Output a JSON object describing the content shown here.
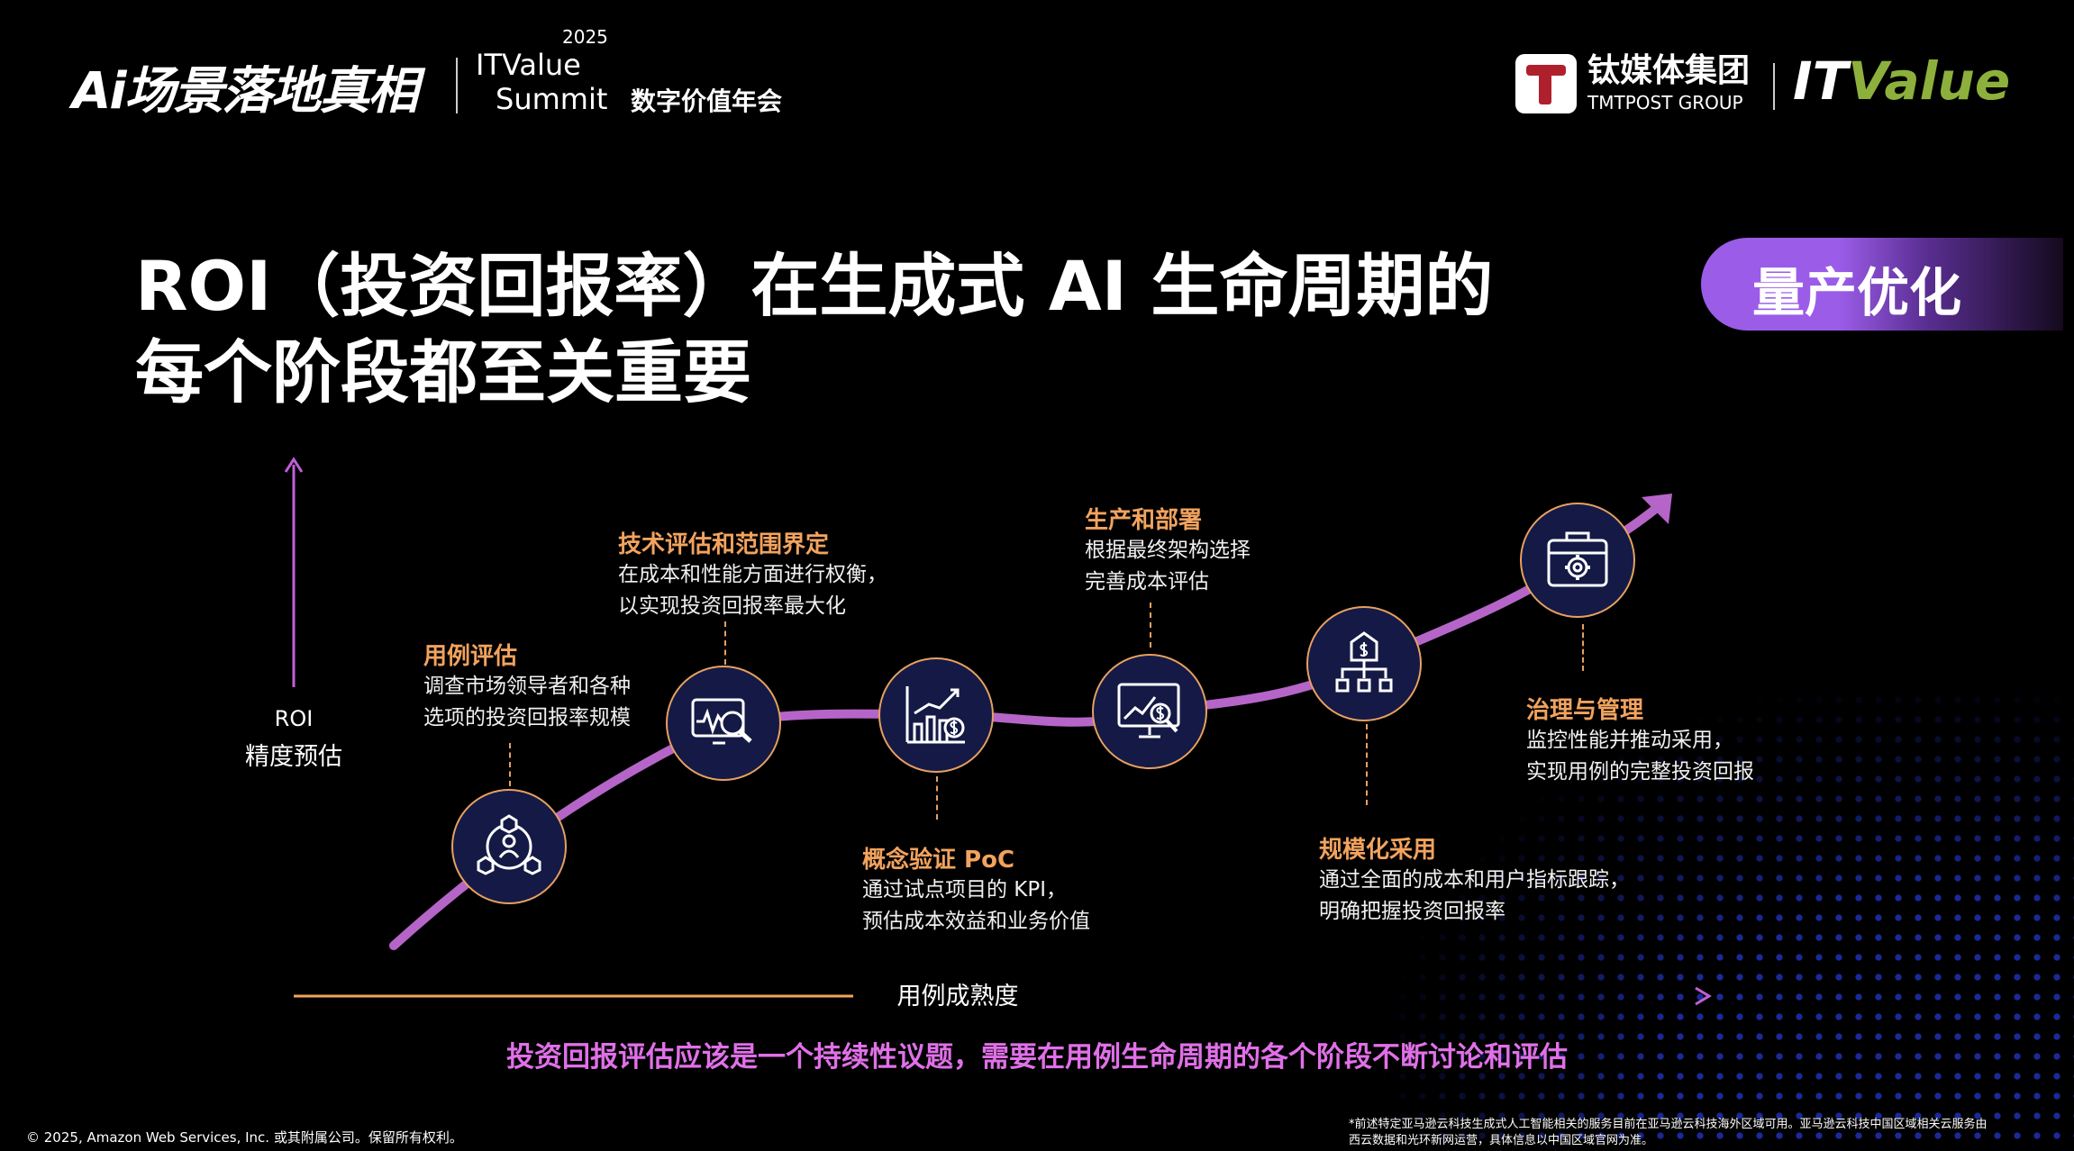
{
  "header": {
    "brand_left": "Ai场景落地真相",
    "summit_year": "2025",
    "summit_line1": "ITValue",
    "summit_line2": "Summit",
    "summit_cn": "数字价值年会",
    "group_cn": "钛媒体集团",
    "group_en": "TMTPOST GROUP",
    "itvalue_it": "IT",
    "itvalue_value": "Value"
  },
  "title": {
    "line1": "ROI（投资回报率）在生成式 AI 生命周期的",
    "line2": "每个阶段都至关重要"
  },
  "badge": {
    "label": "量产优化"
  },
  "axes": {
    "y_label_1": "ROI",
    "y_label_2": "精度预估",
    "x_label": "用例成熟度"
  },
  "stages": [
    {
      "title": "用例评估",
      "desc1": "调查市场领导者和各种",
      "desc2": "选项的投资回报率规模",
      "icon": "people-network-icon"
    },
    {
      "title": "技术评估和范围界定",
      "desc1": "在成本和性能方面进行权衡，",
      "desc2": "以实现投资回报率最大化",
      "icon": "monitor-search-icon"
    },
    {
      "title": "概念验证 PoC",
      "desc1": "通过试点项目的 KPI，",
      "desc2": "预估成本效益和业务价值",
      "icon": "chart-dollar-icon"
    },
    {
      "title": "生产和部署",
      "desc1": "根据最终架构选择",
      "desc2": "完善成本评估",
      "icon": "screen-dollar-icon"
    },
    {
      "title": "规模化采用",
      "desc1": "通过全面的成本和用户指标跟踪，",
      "desc2": "明确把握投资回报率",
      "icon": "hierarchy-dollar-icon"
    },
    {
      "title": "治理与管理",
      "desc1": "监控性能并推动采用，",
      "desc2": "实现用例的完整投资回报",
      "icon": "briefcase-gear-icon"
    }
  ],
  "bottom_message": "投资回报评估应该是一个持续性议题，需要在用例生命周期的各个阶段不断讨论和评估",
  "footer": {
    "copyright": "© 2025, Amazon Web Services, Inc. 或其附属公司。保留所有权利。",
    "note1": "*前述特定亚马逊云科技生成式人工智能相关的服务目前在亚马逊云科技海外区域可用。亚马逊云科技中国区域相关云服务由",
    "note2": "西云数据和光环新网运营，具体信息以中国区域官网为准。"
  },
  "colors": {
    "accent_orange": "#f2a35e",
    "curve": "#b565c8",
    "badge": "#9b5ce8",
    "itvalue_green": "#8db03c",
    "message": "#e070e8"
  }
}
